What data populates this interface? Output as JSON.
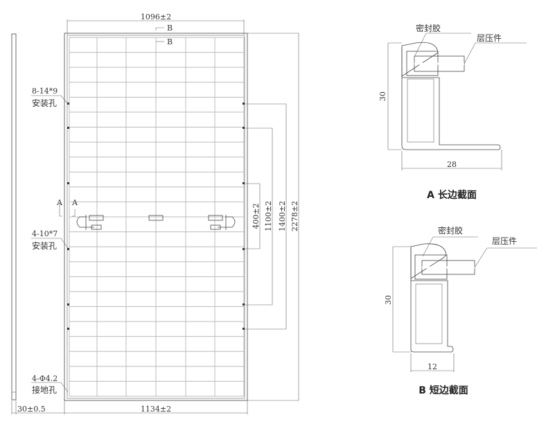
{
  "front_view": {
    "width_top": "1096±2",
    "width_bottom": "1134±2",
    "frame_thickness": "30±0.5",
    "dim_400": "400±2",
    "dim_1100": "1100±2",
    "dim_1400": "1400±2",
    "dim_2278": "2278±2",
    "section_b": "B",
    "section_a": "A",
    "hole_1_spec": "8-14*9",
    "hole_1_label": "安装孔",
    "hole_2_spec": "4-10*7",
    "hole_2_label": "安装孔",
    "hole_3_spec": "4-Φ4.2",
    "hole_3_label": "接地孔"
  },
  "section_a": {
    "sealant_label": "密封胶",
    "laminate_label": "层压件",
    "height": "30",
    "width": "28",
    "caption": "A 长边截面"
  },
  "section_b": {
    "sealant_label": "密封胶",
    "laminate_label": "层压件",
    "height": "30",
    "width": "12",
    "caption": "B 短边截面"
  }
}
